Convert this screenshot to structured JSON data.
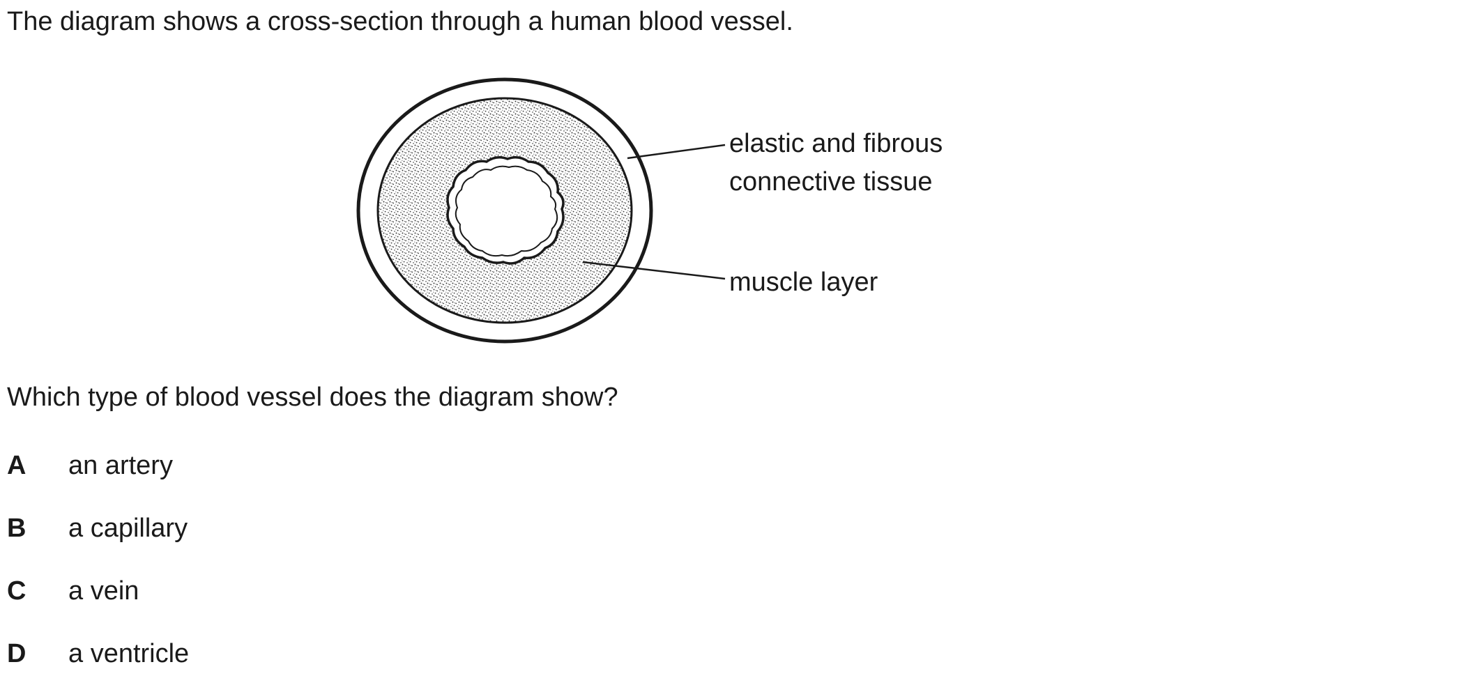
{
  "question": {
    "stem": "The diagram shows a cross-section through a human blood vessel.",
    "prompt": "Which type of blood vessel does the diagram show?"
  },
  "diagram": {
    "labels": {
      "outer_line1": "elastic and fibrous",
      "outer_line2": "connective tissue",
      "muscle": "muscle layer"
    }
  },
  "options": [
    {
      "letter": "A",
      "text": "an artery"
    },
    {
      "letter": "B",
      "text": "a capillary"
    },
    {
      "letter": "C",
      "text": "a vein"
    },
    {
      "letter": "D",
      "text": "a ventricle"
    }
  ]
}
